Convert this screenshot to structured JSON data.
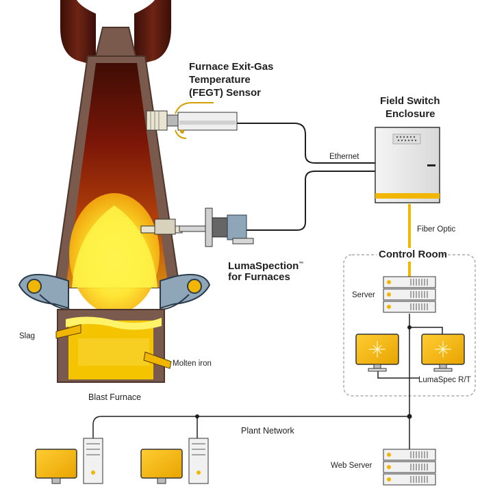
{
  "labels": {
    "fegt_line1": "Furnace Exit-Gas",
    "fegt_line2": "Temperature",
    "fegt_line3": "(FEGT) Sensor",
    "field_switch_line1": "Field Switch",
    "field_switch_line2": "Enclosure",
    "ethernet": "Ethernet",
    "fiber_optic": "Fiber Optic",
    "control_room": "Control Room",
    "lumaspection_line1": "LumaSpection",
    "lumaspection_tm": "™",
    "lumaspection_line2": "for Furnaces",
    "server": "Server",
    "lumaspec_rt": "LumaSpec R/T",
    "slag": "Slag",
    "molten_iron": "Molten iron",
    "blast_furnace": "Blast Furnace",
    "plant_network": "Plant Network",
    "web_server": "Web Server"
  },
  "colors": {
    "accent_yellow": "#f1b600",
    "furnace_shell": "#7a5a4d",
    "furnace_core": "#7a1608",
    "flame": "#ffe82a",
    "line": "#1e1e1e",
    "enclosure": "#eeeeee"
  },
  "icons": [
    "server-icon",
    "monitor-icon",
    "desktop-computer-icon",
    "sensor-icon",
    "switch-enclosure-icon",
    "furnace-icon"
  ]
}
